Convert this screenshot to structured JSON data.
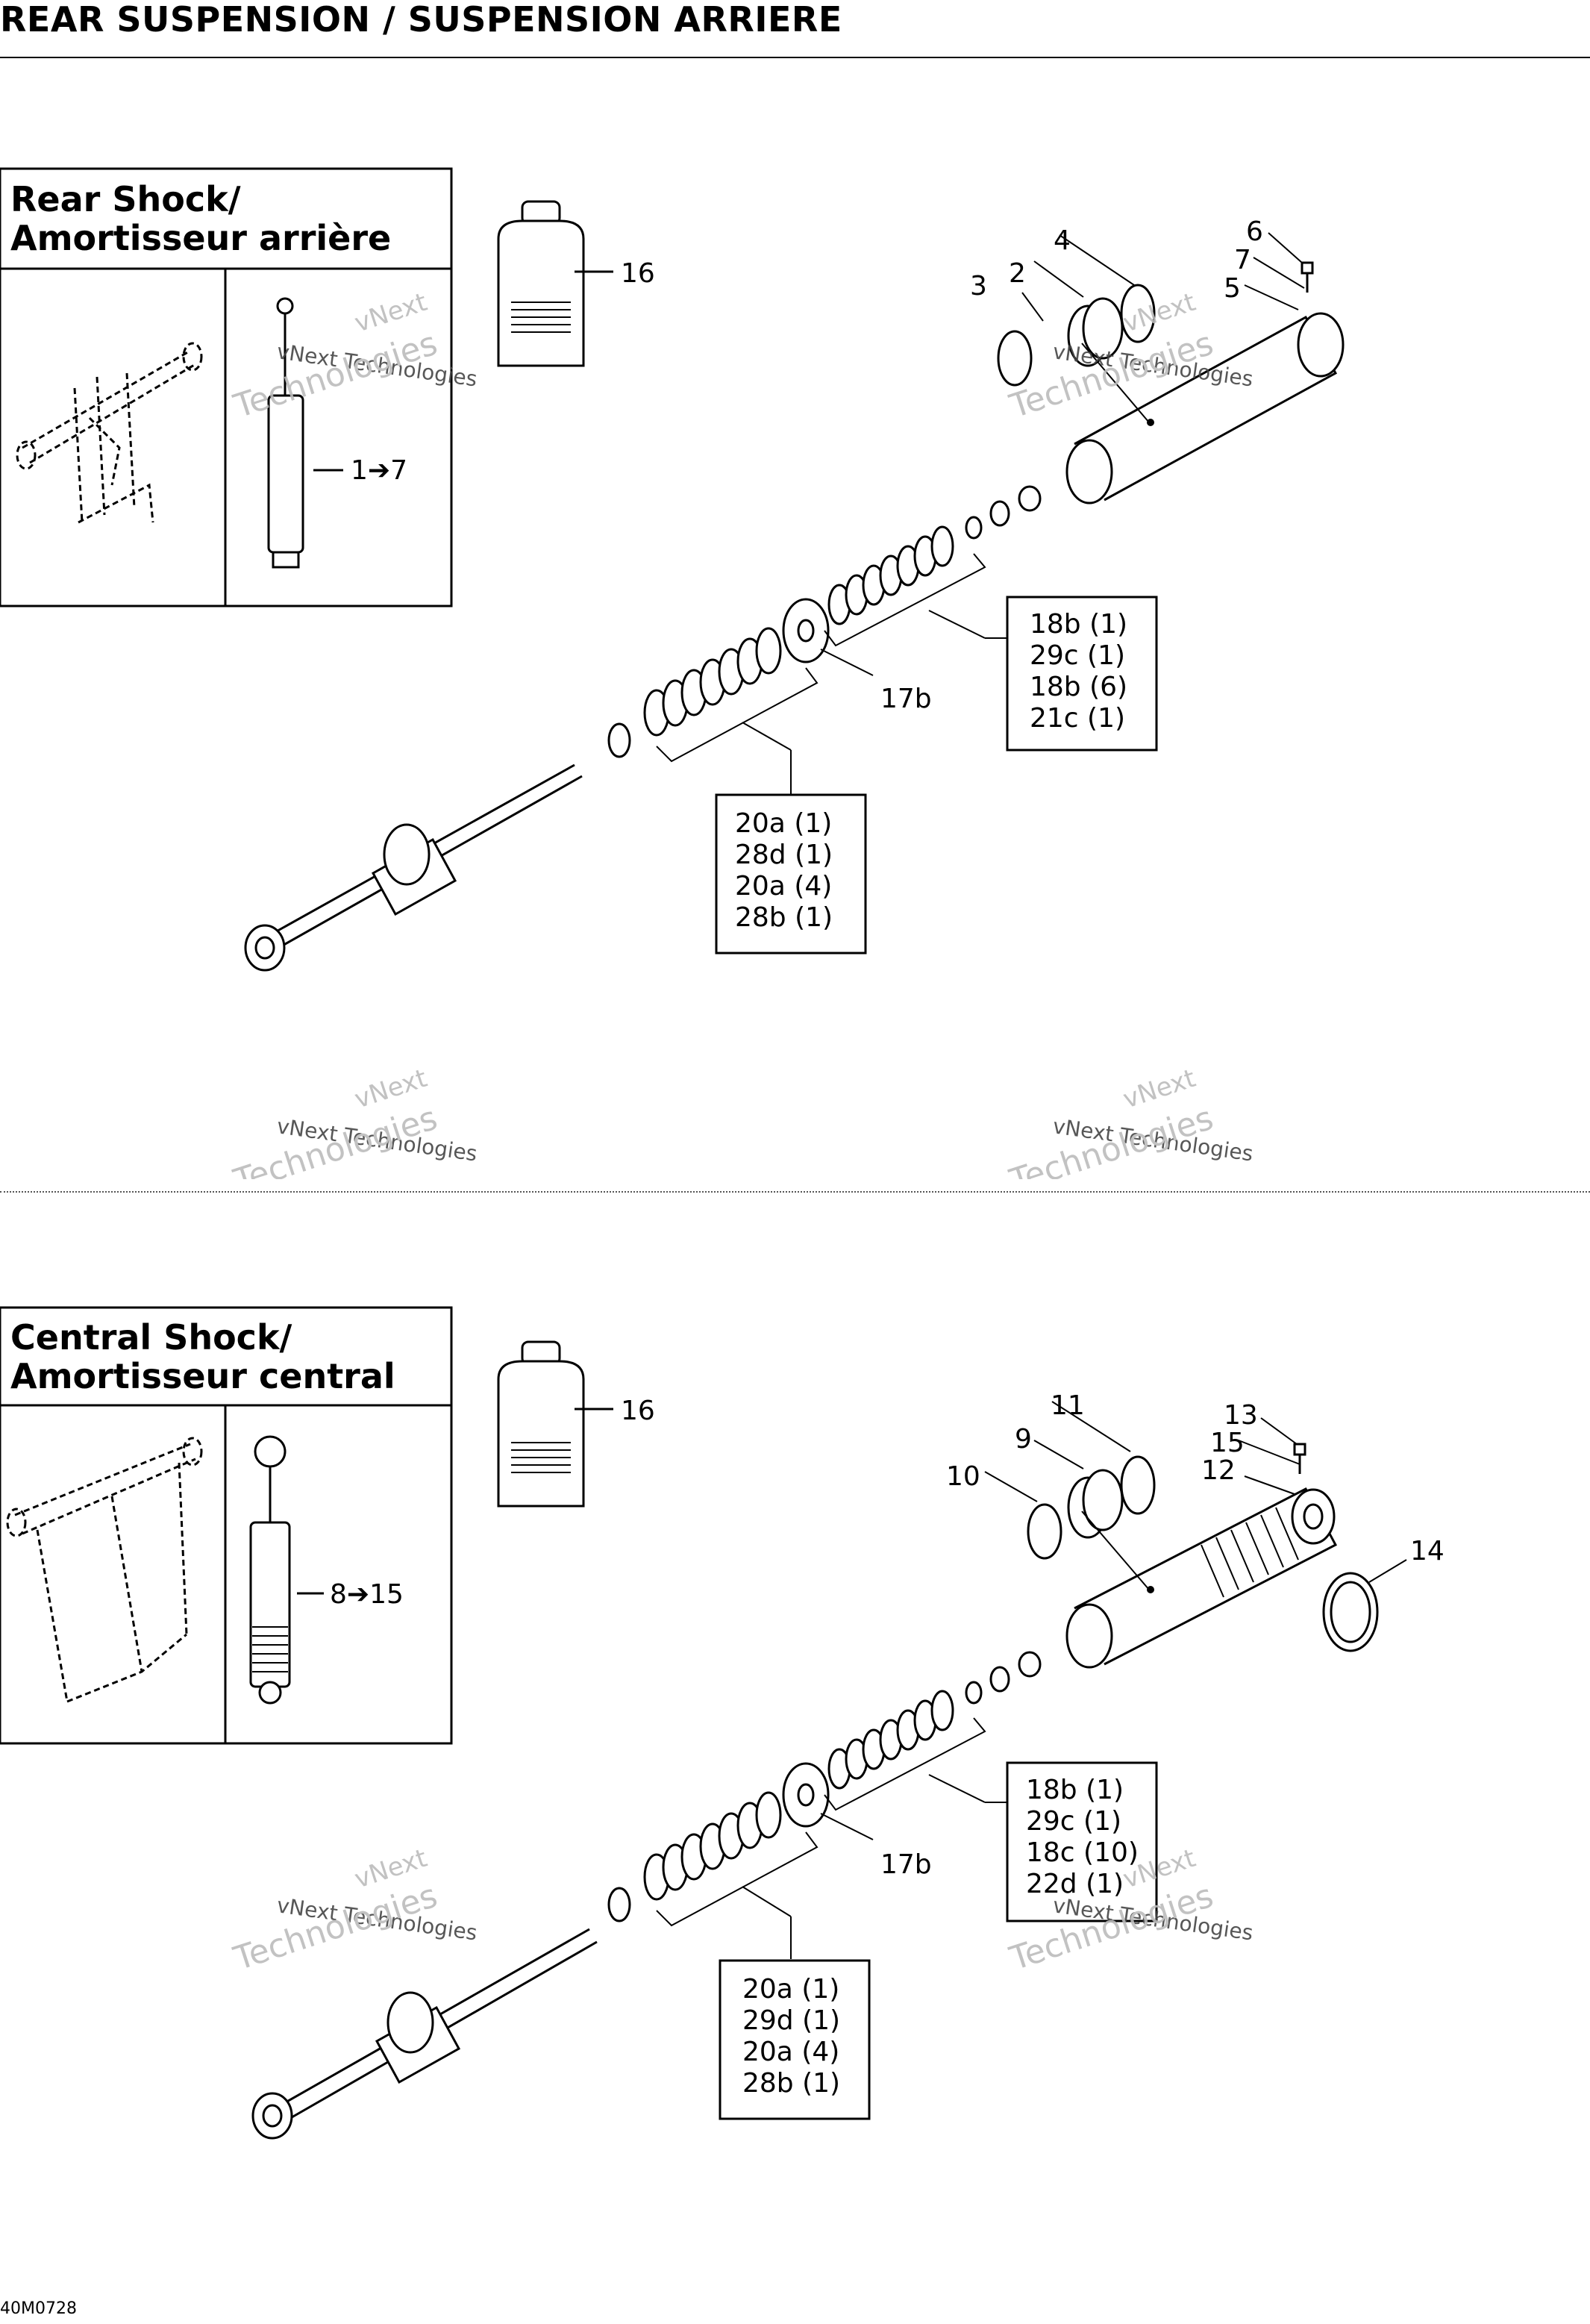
{
  "header": {
    "title": "REAR SUSPENSION / SUSPENSION ARRIERE"
  },
  "drawing_code": "40M0728",
  "watermark": {
    "line1": "vNext",
    "line2": "vNext Technologies",
    "line3": "Technologies"
  },
  "sections": [
    {
      "title_line1": "Rear Shock/",
      "title_line2": "Amortisseur arrière",
      "assembly_ref": "1➔7",
      "oil_ref": "16",
      "callouts": [
        "2",
        "3",
        "4",
        "5",
        "6",
        "7"
      ],
      "piston_ref": "17b",
      "kit_upper": [
        "18b (1)",
        "29c (1)",
        "18b (6)",
        "21c (1)"
      ],
      "kit_lower": [
        "20a (1)",
        "28d (1)",
        "20a (4)",
        "28b (1)"
      ]
    },
    {
      "title_line1": "Central Shock/",
      "title_line2": "Amortisseur central",
      "assembly_ref": "8➔15",
      "oil_ref": "16",
      "callouts": [
        "9",
        "10",
        "11",
        "12",
        "13",
        "15"
      ],
      "extra_ref": "14",
      "piston_ref": "17b",
      "kit_upper": [
        "18b (1)",
        "29c (1)",
        "18c (10)",
        "22d (1)"
      ],
      "kit_lower": [
        "20a (1)",
        "29d (1)",
        "20a (4)",
        "28b (1)"
      ]
    }
  ]
}
